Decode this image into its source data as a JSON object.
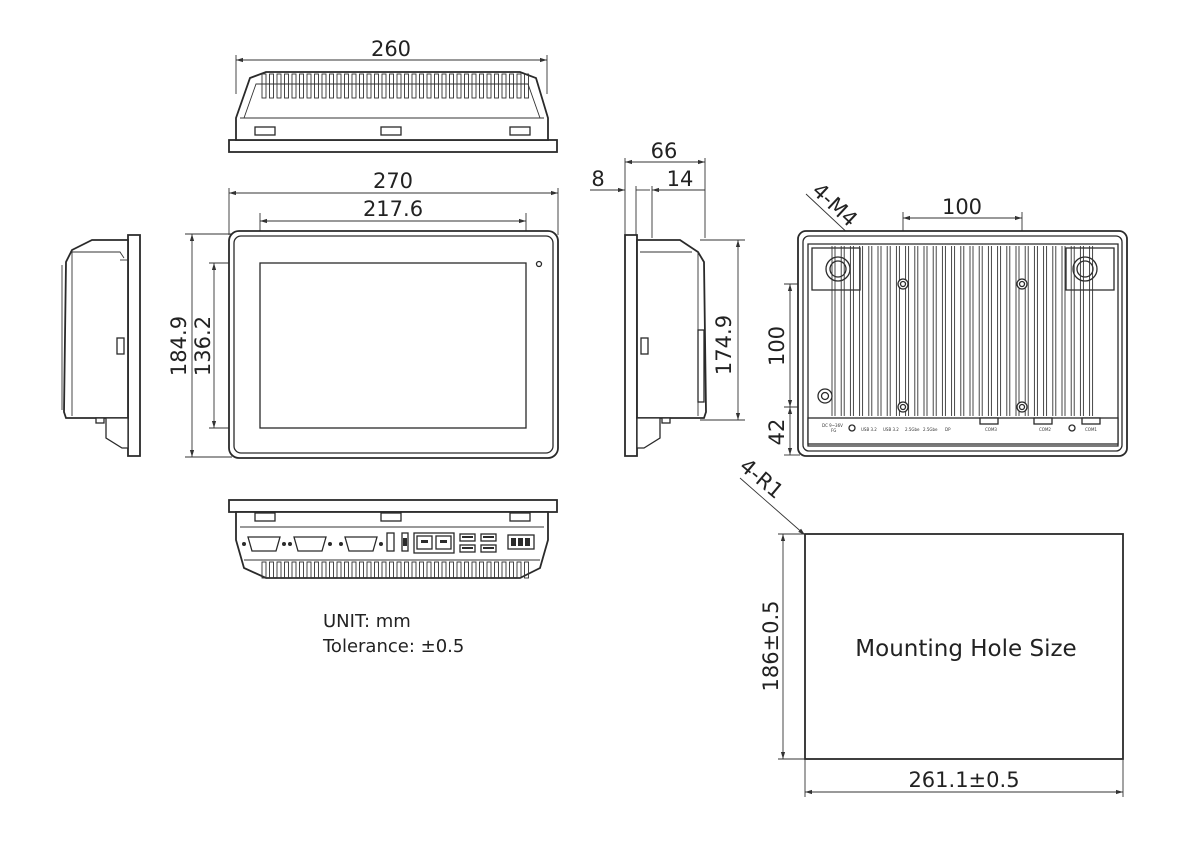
{
  "dimensions": {
    "top_width": "260",
    "front_width": "270",
    "screen_width": "217.6",
    "front_height": "184.9",
    "screen_height": "136.2",
    "side_depth": "66",
    "side_bezel": "8",
    "side_step": "14",
    "side_height": "174.9",
    "rear_hole_spacing_h": "100",
    "rear_hole_spacing_v": "100",
    "rear_io_height": "42",
    "rear_screws": "4-M4",
    "cutout_radius": "4-R1",
    "cutout_height": "186±0.5",
    "cutout_width": "261.1±0.5"
  },
  "notes": {
    "unit": "UNIT: mm",
    "tolerance": "Tolerance: ±0.5",
    "cutout_title": "Mounting Hole Size"
  },
  "rear_port_labels": {
    "dc": "DC 9~36V",
    "fg": "FG",
    "usb1": "USB 3.2",
    "usb2": "USB 3.2",
    "lan1": "2.5Gbe",
    "lan2": "2.5Gbe",
    "dp": "DP",
    "com3": "COM3",
    "com2": "COM2",
    "com1": "COM1"
  }
}
